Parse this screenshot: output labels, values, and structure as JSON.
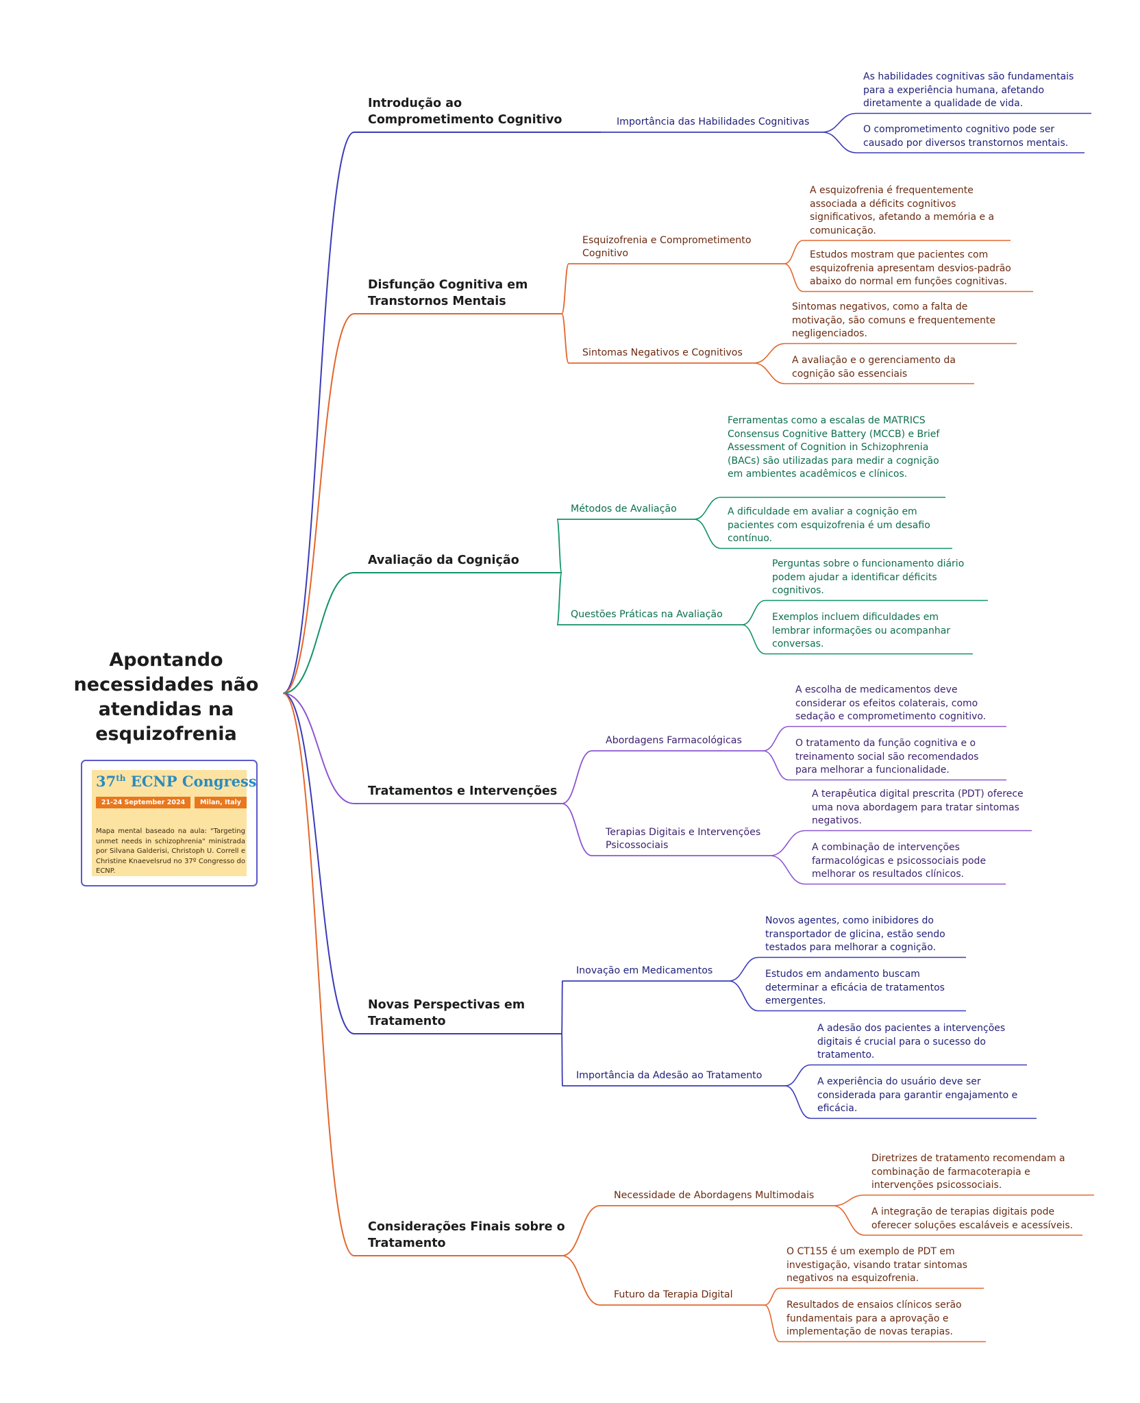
{
  "root": {
    "title": "Apontando necessidades não atendidas na esquizofrenia"
  },
  "poster": {
    "title_main": "37",
    "title_sup": "th",
    "title_rest": "ECNP Congress",
    "dates": "21-24 September 2024",
    "location": "Milan, Italy",
    "note": "Mapa mental baseado na aula: \"Targeting unmet needs in schizophrenia\" ministrada por Silvana Galderisi, Christoph U. Correll e Christine Knaevelsrud no 37º Congresso do ECNP."
  },
  "colors": {
    "blue": "#3a3ab8",
    "orange": "#e2662c",
    "green": "#12936a",
    "purple": "#8c55d0",
    "blue_text": "#20207a",
    "orange_text": "#6a2a10",
    "green_text": "#0b6e4e",
    "purple_text": "#3a1f6e",
    "root_text": "#1c1c1c"
  },
  "branches": [
    {
      "label": "Introdução ao Comprometimento Cognitivo",
      "color": "blue",
      "children": [
        {
          "label": "Importância das Habilidades Cognitivas",
          "children": [
            "As habilidades cognitivas são fundamentais para a experiência humana, afetando diretamente a qualidade de vida.",
            "O comprometimento cognitivo pode ser causado por diversos transtornos mentais."
          ]
        }
      ]
    },
    {
      "label": "Disfunção Cognitiva em Transtornos Mentais",
      "color": "orange",
      "children": [
        {
          "label": "Esquizofrenia e Comprometimento Cognitivo",
          "children": [
            "A esquizofrenia é frequentemente associada a déficits cognitivos significativos, afetando a memória e a comunicação.",
            "Estudos mostram que pacientes com esquizofrenia apresentam desvios-padrão abaixo do normal em funções cognitivas."
          ]
        },
        {
          "label": "Sintomas Negativos e Cognitivos",
          "children": [
            "Sintomas negativos, como a falta de motivação, são comuns e frequentemente negligenciados.",
            "A avaliação e o gerenciamento da cognição são essenciais"
          ]
        }
      ]
    },
    {
      "label": "Avaliação da Cognição",
      "color": "green",
      "children": [
        {
          "label": "Métodos de Avaliação",
          "children": [
            "Ferramentas como a escalas de MATRICS Consensus Cognitive Battery (MCCB) e Brief Assessment of Cognition in Schizophrenia (BACs) são utilizadas para medir a cognição em ambientes acadêmicos e clínicos.",
            "A dificuldade em avaliar a cognição em pacientes com esquizofrenia é um desafio contínuo."
          ]
        },
        {
          "label": "Questões Práticas na Avaliação",
          "children": [
            "Perguntas sobre o funcionamento diário podem ajudar a identificar déficits cognitivos.",
            "Exemplos incluem dificuldades em lembrar informações ou acompanhar conversas."
          ]
        }
      ]
    },
    {
      "label": "Tratamentos e Intervenções",
      "color": "purple",
      "children": [
        {
          "label": "Abordagens Farmacológicas",
          "children": [
            "A escolha de medicamentos deve considerar os efeitos colaterais, como sedação e comprometimento cognitivo.",
            "O tratamento da função cognitiva e o treinamento social são recomendados para melhorar a funcionalidade."
          ]
        },
        {
          "label": "Terapias Digitais e Intervenções Psicossociais",
          "children": [
            "A terapêutica digital prescrita (PDT) oferece uma nova abordagem para tratar sintomas negativos.",
            "A combinação de intervenções farmacológicas e psicossociais pode melhorar os resultados clínicos."
          ]
        }
      ]
    },
    {
      "label": "Novas Perspectivas em Tratamento",
      "color": "blue",
      "children": [
        {
          "label": "Inovação em Medicamentos",
          "children": [
            "Novos agentes, como inibidores do transportador de glicina, estão sendo testados para melhorar a cognição.",
            "Estudos em andamento buscam determinar a eficácia de tratamentos emergentes."
          ]
        },
        {
          "label": "Importância da Adesão ao Tratamento",
          "children": [
            "A adesão dos pacientes a intervenções digitais é crucial para o sucesso do tratamento.",
            "A experiência do usuário deve ser considerada para garantir engajamento e eficácia."
          ]
        }
      ]
    },
    {
      "label": "Considerações Finais sobre o Tratamento",
      "color": "orange",
      "children": [
        {
          "label": "Necessidade de Abordagens Multimodais",
          "children": [
            "Diretrizes de tratamento recomendam a combinação de farmacoterapia e intervenções psicossociais.",
            "A integração de terapias digitais pode oferecer soluções escaláveis e acessíveis."
          ]
        },
        {
          "label": "Futuro da Terapia Digital",
          "children": [
            "O CT155 é um exemplo de PDT em investigação, visando tratar sintomas negativos na esquizofrenia.",
            "Resultados de ensaios clínicos serão fundamentais para a aprovação e implementação de novas terapias."
          ]
        }
      ]
    }
  ]
}
